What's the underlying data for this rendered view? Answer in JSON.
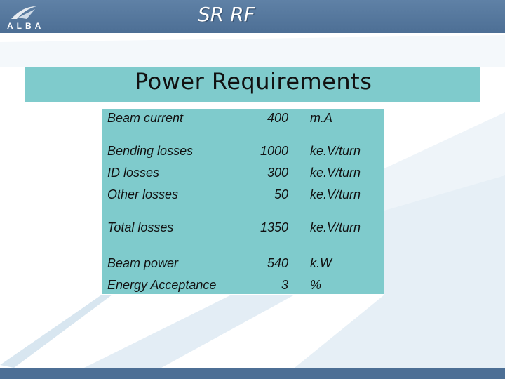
{
  "header": {
    "logo_text": "ALBA",
    "title": "SR RF"
  },
  "heading": "Power Requirements",
  "rows": [
    {
      "label": "Beam current",
      "value": "400",
      "unit": "m.A"
    },
    {
      "label": "Bending losses",
      "value": "1000",
      "unit": "ke.V/turn"
    },
    {
      "label": "ID losses",
      "value": "300",
      "unit": "ke.V/turn"
    },
    {
      "label": "Other losses",
      "value": "50",
      "unit": "ke.V/turn"
    },
    {
      "label": "Total losses",
      "value": "1350",
      "unit": "ke.V/turn"
    },
    {
      "label": "Beam power",
      "value": "540",
      "unit": "k.W"
    },
    {
      "label": "Energy Acceptance",
      "value": "3",
      "unit": "%"
    }
  ],
  "colors": {
    "header": "#4d6f95",
    "panel": "#7fcbcc",
    "backdrop": "#c9dbe8"
  }
}
